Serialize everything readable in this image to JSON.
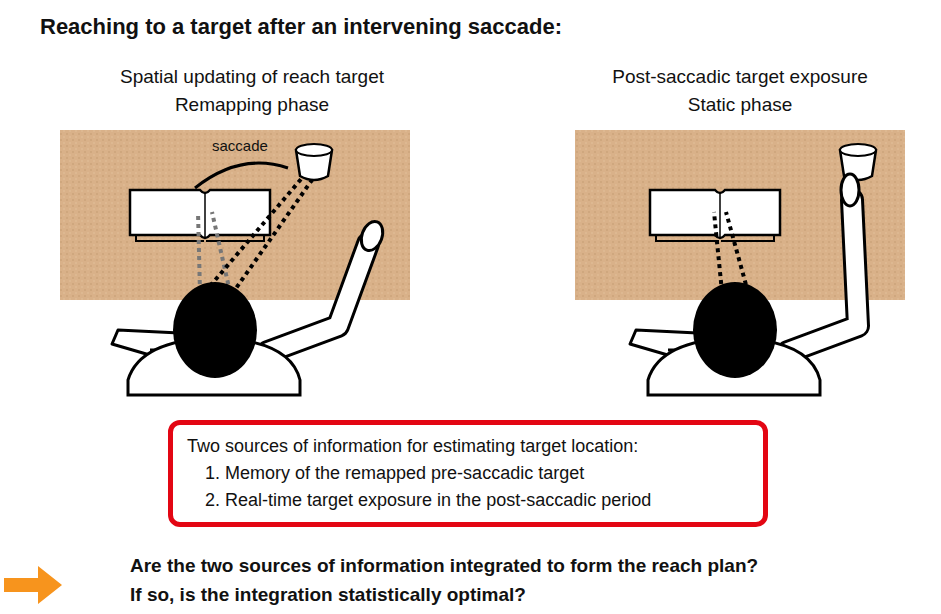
{
  "diagram": {
    "title": "Reaching to a target after an intervening saccade:",
    "nodes": [
      {
        "text": [
          "Two sources of information for estimating target location:",
          "1. Memory of the remapped pre-saccadic target",
          "2. Real-time target exposure in the post-saccadic period"
        ]
      }
    ],
    "labels": [
      "Spatial updating of reach target",
      "Remapping phase",
      "saccade",
      "Post-saccadic target exposure",
      "Static phase",
      "Are the two sources of information integrated to form the reach plan?",
      "If so, is the integration statistically optimal?"
    ]
  }
}
